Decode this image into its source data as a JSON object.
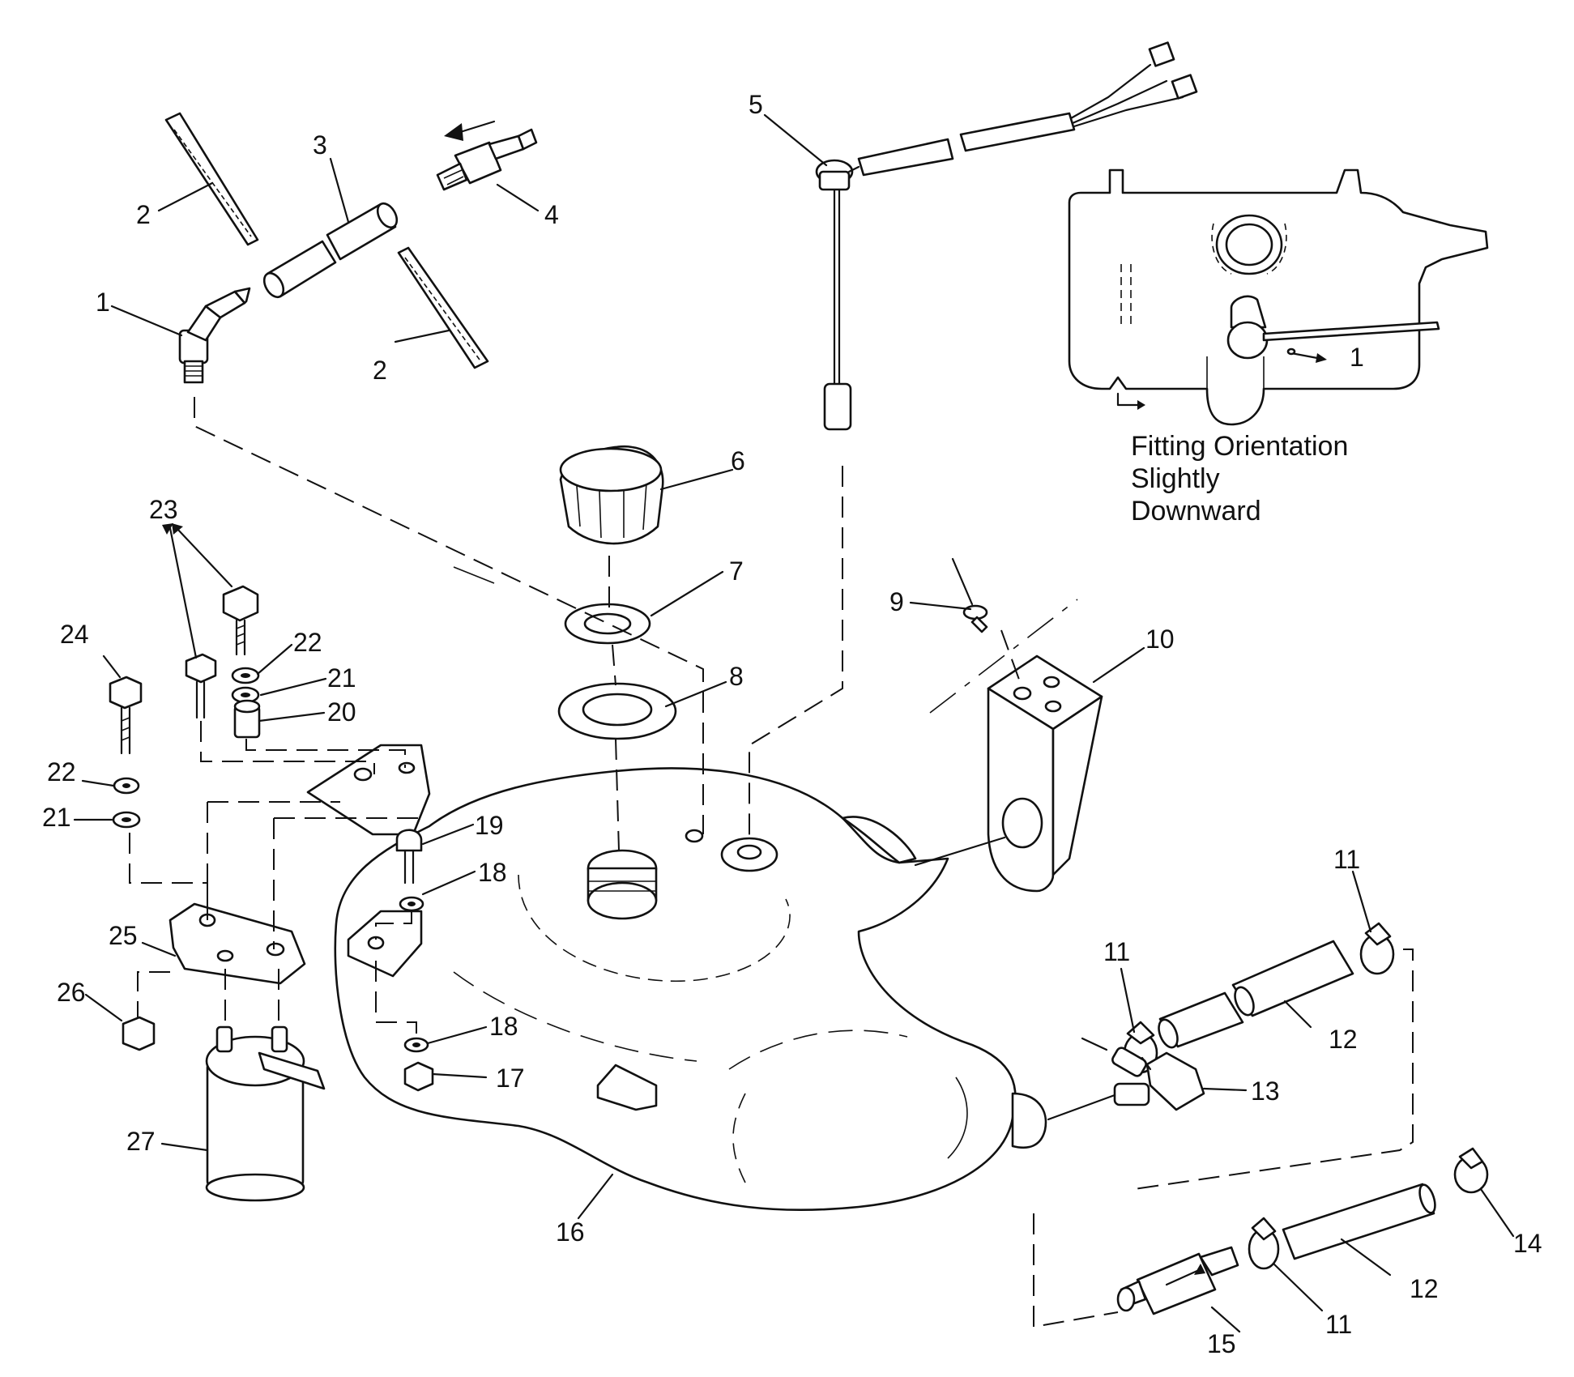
{
  "callouts": {
    "c1": "1",
    "c2a": "2",
    "c2b": "2",
    "c3": "3",
    "c4": "4",
    "c5": "5",
    "c6": "6",
    "c7": "7",
    "c8": "8",
    "c9": "9",
    "c10": "10",
    "c11a": "11",
    "c11b": "11",
    "c11c": "11",
    "c12a": "12",
    "c12b": "12",
    "c13": "13",
    "c14": "14",
    "c15": "15",
    "c16": "16",
    "c17": "17",
    "c18a": "18",
    "c18b": "18",
    "c19": "19",
    "c20": "20",
    "c21a": "21",
    "c21b": "21",
    "c22a": "22",
    "c22b": "22",
    "c23": "23",
    "c24": "24",
    "c25": "25",
    "c26": "26",
    "c27": "27"
  },
  "inset": {
    "callout": "1",
    "note_line1": "Fitting Orientation",
    "note_line2": "Slightly",
    "note_line3": "Downward"
  }
}
